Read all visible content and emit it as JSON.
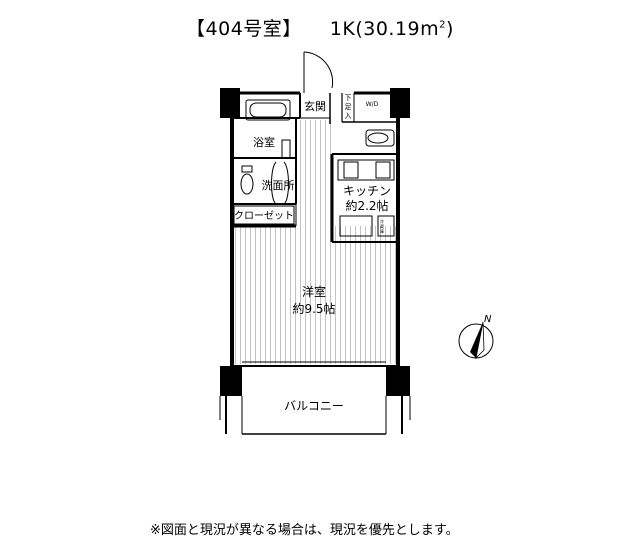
{
  "header": {
    "room_number": "【404号室】",
    "layout": "1K(30.19",
    "area_unit": "m",
    "area_sup": "2",
    "close_paren": ")"
  },
  "rooms": {
    "entrance": "玄関",
    "shoe_box": [
      "下",
      "足",
      "入"
    ],
    "wo": "W/D",
    "bathroom": "浴室",
    "washroom": "洗面所",
    "closet": "クローゼット",
    "kitchen_name": "キッチン",
    "kitchen_size": "約2.2帖",
    "fridge_label": [
      "冷",
      "蔵",
      "庫"
    ],
    "western_name": "洋室",
    "western_size": "約9.5帖",
    "balcony": "バルコニー"
  },
  "compass": {
    "label": "N"
  },
  "footer": {
    "note": "※図面と現況が異なる場合は、現況を優先とします。"
  }
}
